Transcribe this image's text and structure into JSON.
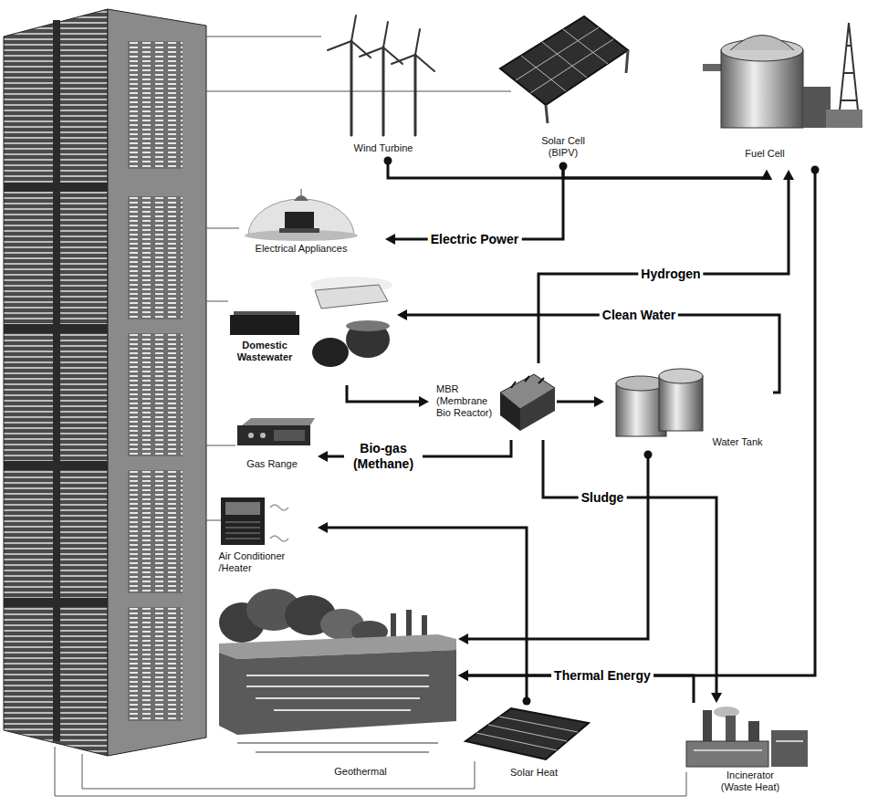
{
  "diagram": {
    "nodes": [
      {
        "text": [
          "Wind Turbine"
        ]
      },
      {
        "text": [
          "Solar Cell (BIPV)"
        ]
      },
      {
        "text": [
          "Fuel Cell"
        ]
      },
      {
        "text": [
          "Electrical Appliances"
        ]
      },
      {
        "text": [
          "Domestic Wastewater"
        ]
      },
      {
        "text": [
          "MBR (Membrane Bio Reactor)"
        ]
      },
      {
        "text": [
          "Water Tank"
        ]
      },
      {
        "text": [
          "Gas Range"
        ]
      },
      {
        "text": [
          "Air Conditioner /Heater"
        ]
      },
      {
        "text": [
          "Geothermal"
        ]
      },
      {
        "text": [
          "Solar Heat"
        ]
      },
      {
        "text": [
          "Incinerator (Waste Heat)"
        ]
      }
    ],
    "edges": [
      {
        "from": 0,
        "to": 2,
        "arrow": "to"
      },
      {
        "from": 1,
        "to": 2,
        "arrow": "to"
      },
      {
        "from": 1,
        "to": 3,
        "label": "Electric Power",
        "arrow": "to"
      },
      {
        "from": 5,
        "to": 2,
        "label": "Hydrogen",
        "arrow": "to"
      },
      {
        "from": 6,
        "to": 4,
        "label": "Clean Water",
        "arrow": "to"
      },
      {
        "from": 4,
        "to": 5,
        "arrow": "to"
      },
      {
        "from": 5,
        "to": 6,
        "arrow": "to"
      },
      {
        "from": 5,
        "to": 7,
        "label": "Bio-gas (Methane)",
        "arrow": "to"
      },
      {
        "from": 5,
        "to": 11,
        "label": "Sludge",
        "arrow": "to"
      },
      {
        "from": 6,
        "to": 9,
        "arrow": "to"
      },
      {
        "from": 2,
        "to": 9,
        "label": "Thermal Energy",
        "arrow": "to"
      },
      {
        "from": 10,
        "to": 8,
        "arrow": "to"
      },
      {
        "from": 11,
        "to": 9,
        "arrow": "to"
      }
    ]
  }
}
